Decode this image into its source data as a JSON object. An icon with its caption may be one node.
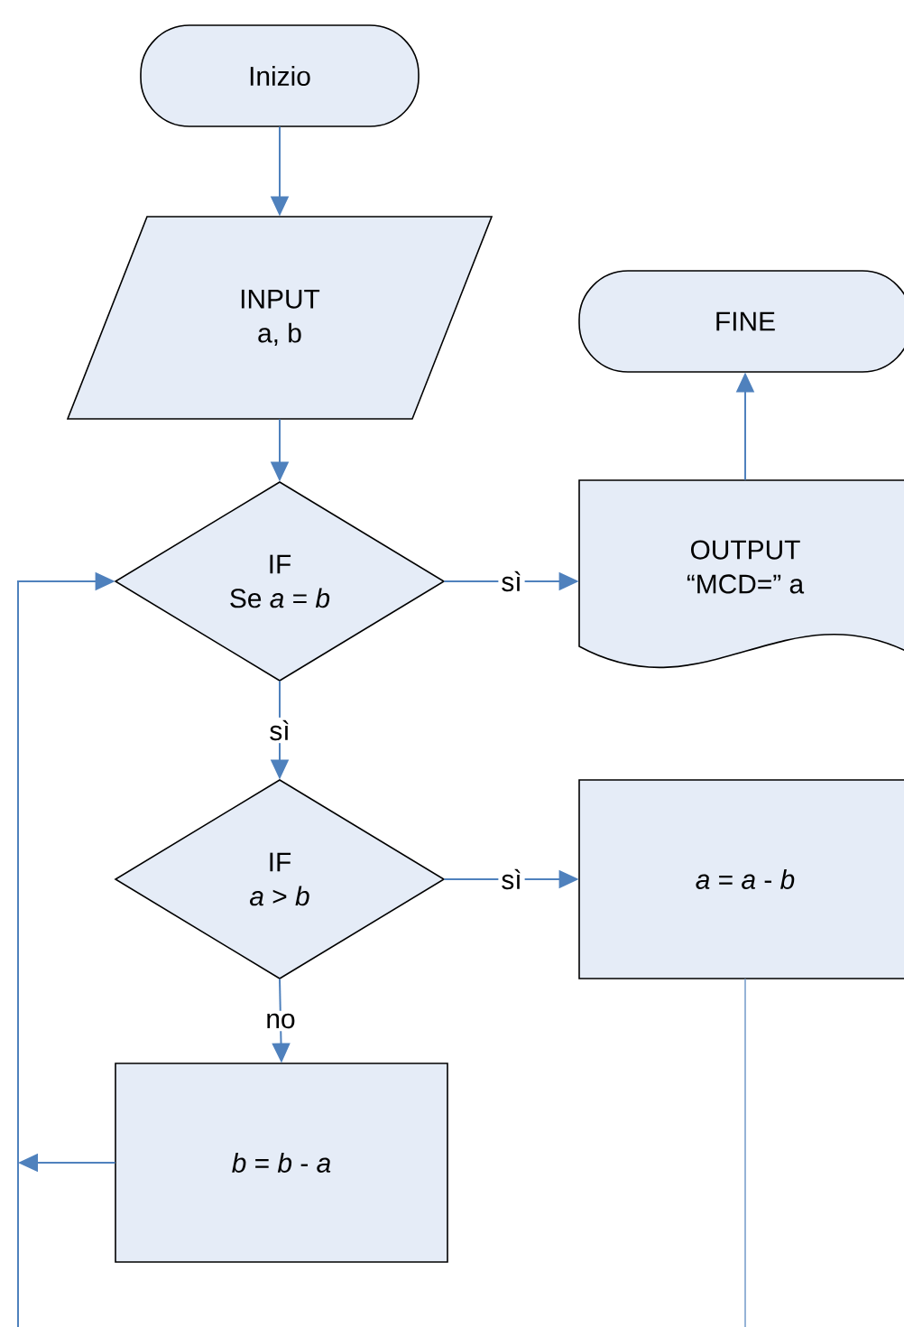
{
  "diagram": {
    "nodes": [
      {
        "text": [
          "Inizio"
        ]
      },
      {
        "text": [
          "INPUT",
          "a, b"
        ]
      },
      {
        "text": [
          "IF",
          "Se *a* = *b*"
        ]
      },
      {
        "text": [
          "OUTPUT",
          "“MCD=” a"
        ]
      },
      {
        "text": [
          "FINE"
        ]
      },
      {
        "text": [
          "IF",
          "*a* > *b*"
        ]
      },
      {
        "text": [
          "*a* = *a* - *b*"
        ]
      },
      {
        "text": [
          "*b* = *b* - *a*"
        ]
      }
    ],
    "edges": [
      {
        "from": 0,
        "to": 1,
        "arrow": "to"
      },
      {
        "from": 1,
        "to": 2,
        "arrow": "to"
      },
      {
        "from": 2,
        "to": 3,
        "arrow": "to",
        "label": "sì"
      },
      {
        "from": 3,
        "to": 4,
        "arrow": "to"
      },
      {
        "from": 2,
        "to": 5,
        "arrow": "to",
        "label": "sì"
      },
      {
        "from": 5,
        "to": 6,
        "arrow": "to",
        "label": "sì"
      },
      {
        "from": 5,
        "to": 7,
        "arrow": "to",
        "label": "no"
      },
      {
        "from": 7,
        "to": null,
        "arrow": "to"
      },
      {
        "from": null,
        "to": 2,
        "arrow": "to"
      },
      {
        "from": 6,
        "to": null,
        "arrow": "none",
        "color": "#95b3d7"
      }
    ]
  }
}
